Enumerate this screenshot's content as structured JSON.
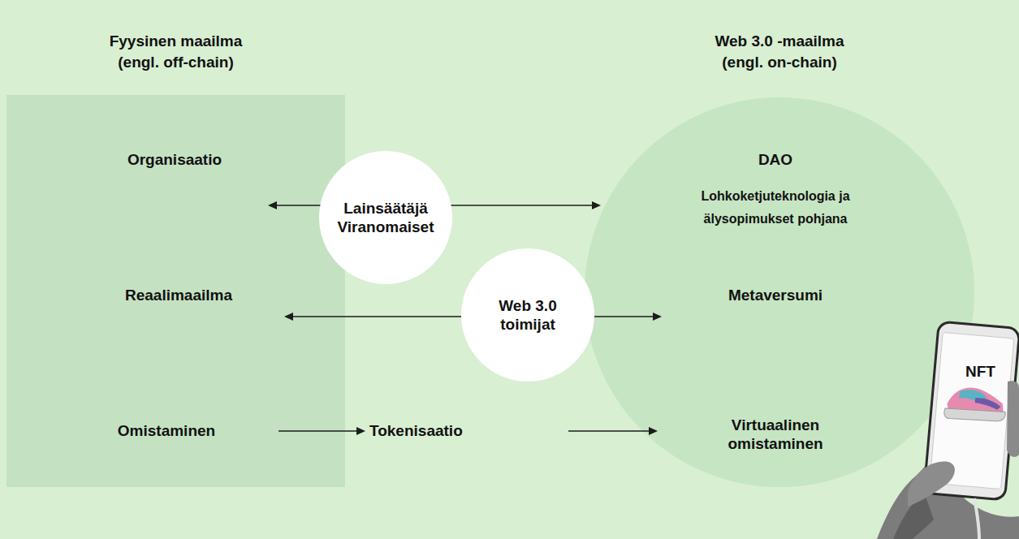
{
  "diagram": {
    "nodes": [
      {
        "text": [
          "Fyysinen maailma (engl. off-chain)"
        ]
      },
      {
        "text": [
          "Organisaatio"
        ],
        "in": 0
      },
      {
        "text": [
          "Reaalimaailma"
        ],
        "in": 0
      },
      {
        "text": [
          "Omistaminen"
        ],
        "in": 0
      },
      {
        "text": [
          "Web 3.0 -maailma (engl. on-chain)"
        ]
      },
      {
        "text": [
          "DAO",
          "Lohkoketjuteknologia ja älysopimukset pohjana"
        ],
        "in": 4
      },
      {
        "text": [
          "Metaversumi"
        ],
        "in": 4
      },
      {
        "text": [
          "Virtuaalinen omistaminen"
        ],
        "in": 4
      },
      {
        "text": [
          "Lainsäätäjä",
          "Viranomaiset"
        ]
      },
      {
        "text": [
          "Web 3.0 toimijat"
        ]
      },
      {
        "text": [
          "Tokenisaatio"
        ]
      }
    ],
    "edges": [
      {
        "from": 8,
        "to": 1,
        "arrow": "to"
      },
      {
        "from": 8,
        "to": 5,
        "arrow": "to"
      },
      {
        "from": 9,
        "to": 2,
        "arrow": "to"
      },
      {
        "from": 9,
        "to": 6,
        "arrow": "to"
      },
      {
        "from": 3,
        "to": 10,
        "arrow": "to"
      },
      {
        "from": 10,
        "to": 7,
        "arrow": "to"
      }
    ],
    "labels": [
      "NFT"
    ]
  }
}
